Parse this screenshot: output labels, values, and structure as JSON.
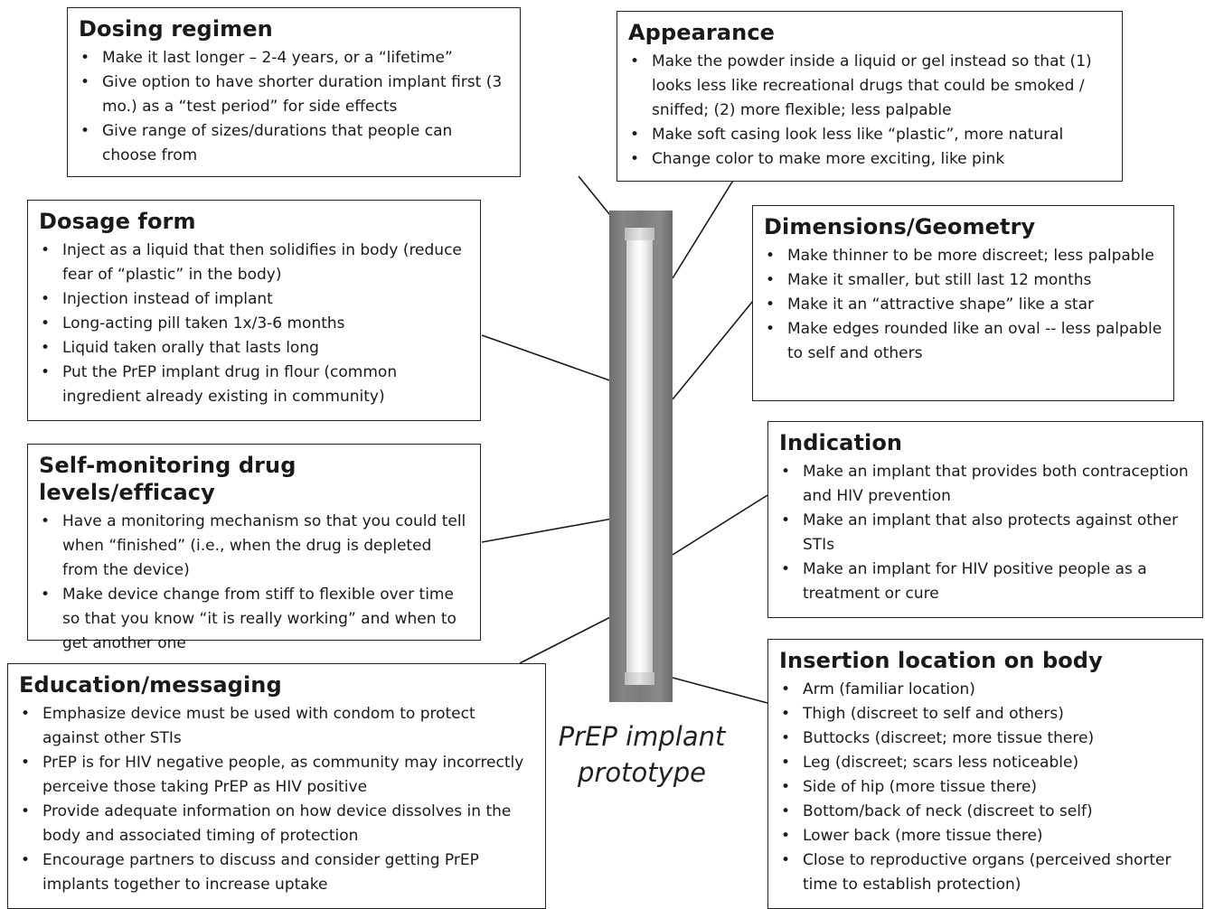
{
  "boxes": {
    "dosing_regimen": {
      "title": "Dosing regimen",
      "items": [
        "Make it last longer – 2-4 years, or a “lifetime”",
        "Give option to have shorter duration implant first (3 mo.) as a “test period” for side effects",
        "Give range of sizes/durations that people can choose from"
      ]
    },
    "appearance": {
      "title": "Appearance",
      "items": [
        "Make the powder inside a liquid or gel instead so that (1) looks less like recreational drugs that could be smoked / sniffed; (2) more flexible; less palpable",
        "Make soft casing look less like “plastic”, more natural",
        "Change color to make more exciting, like pink"
      ]
    },
    "dosage_form": {
      "title": "Dosage form",
      "items": [
        "Inject as a liquid that then solidifies in body (reduce fear of “plastic” in the body)",
        "Injection instead of implant",
        "Long-acting pill taken 1x/3-6 months",
        "Liquid taken orally that lasts long",
        "Put the PrEP implant drug in flour (common ingredient already existing in community)"
      ]
    },
    "dimensions": {
      "title": "Dimensions/Geometry",
      "items": [
        "Make thinner to be more discreet; less palpable",
        "Make it smaller, but still last 12 months",
        "Make it an “attractive shape” like a star",
        "Make edges rounded like an oval -- less palpable to self and others"
      ]
    },
    "self_monitoring": {
      "title": "Self-monitoring drug levels/efficacy",
      "items": [
        "Have a monitoring mechanism so that you could tell when “finished” (i.e., when the drug is depleted from the device)",
        "Make device change from stiff to flexible over time so that you know “it is really working” and when to get another one"
      ]
    },
    "indication": {
      "title": "Indication",
      "items": [
        "Make an implant that provides both contraception and HIV prevention",
        "Make an implant that also protects against other STIs",
        "Make an implant for HIV positive people as a treatment or cure"
      ]
    },
    "education": {
      "title": "Education/messaging",
      "items": [
        "Emphasize device must be used with condom to protect against other STIs",
        "PrEP is for HIV negative people, as community may incorrectly perceive those taking PrEP as HIV positive",
        "Provide adequate information on how device dissolves in the body and associated timing of protection",
        "Encourage partners to discuss and consider getting PrEP implants together to increase uptake"
      ]
    },
    "insertion": {
      "title": "Insertion location on body",
      "items": [
        "Arm (familiar location)",
        "Thigh (discreet to self and others)",
        "Buttocks (discreet; more tissue there)",
        "Leg (discreet; scars less noticeable)",
        "Side of hip (more tissue there)",
        "Bottom/back of neck (discreet to self)",
        "Lower back (more tissue there)",
        "Close to reproductive organs (perceived shorter time to establish protection)"
      ]
    }
  },
  "caption": {
    "line1": "PrEP implant",
    "line2": "prototype"
  }
}
